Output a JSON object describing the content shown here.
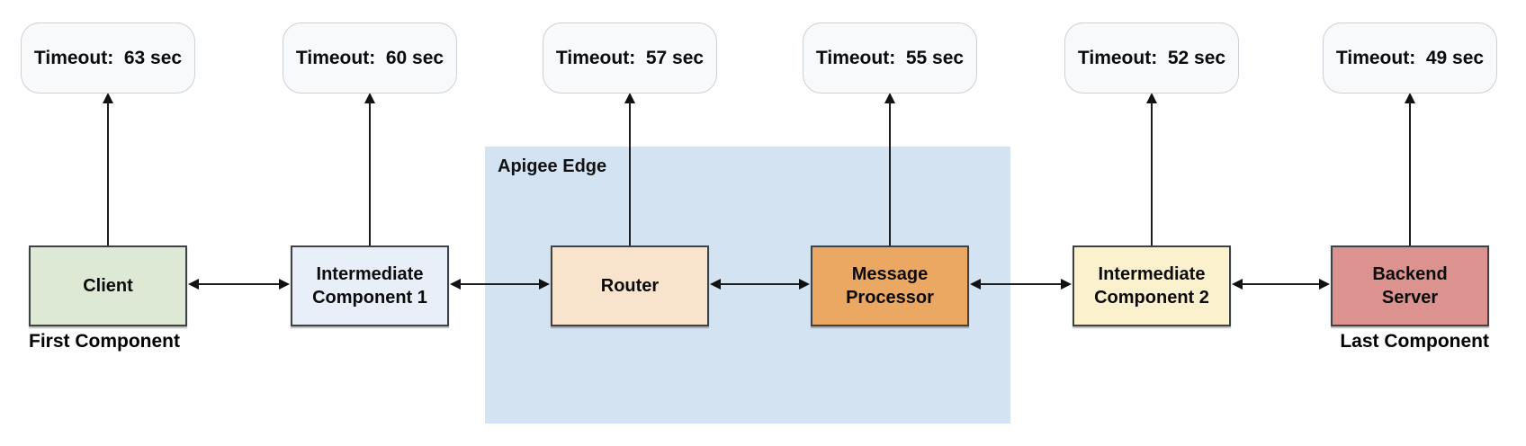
{
  "diagram": {
    "region": {
      "label": "Apigee Edge",
      "fill": "#d4e3f2"
    },
    "columns": [
      {
        "name": "client",
        "timeout": "Timeout:  63 sec",
        "label": "Client",
        "fill": "#dde9d5",
        "caption": "First Component"
      },
      {
        "name": "intermediate-component-1",
        "timeout": "Timeout:  60 sec",
        "label": "Intermediate\nComponent 1",
        "fill": "#e9eff9"
      },
      {
        "name": "router",
        "timeout": "Timeout:  57 sec",
        "label": "Router",
        "fill": "#f8e4cd"
      },
      {
        "name": "message-processor",
        "timeout": "Timeout:  55 sec",
        "label": "Message\nProcessor",
        "fill": "#eba862"
      },
      {
        "name": "intermediate-component-2",
        "timeout": "Timeout:  52 sec",
        "label": "Intermediate\nComponent 2",
        "fill": "#fbf2cd"
      },
      {
        "name": "backend-server",
        "timeout": "Timeout:  49 sec",
        "label": "Backend\nServer",
        "fill": "#dc928f",
        "caption": "Last Component"
      }
    ],
    "arrow_color": "#1a1a1a"
  }
}
